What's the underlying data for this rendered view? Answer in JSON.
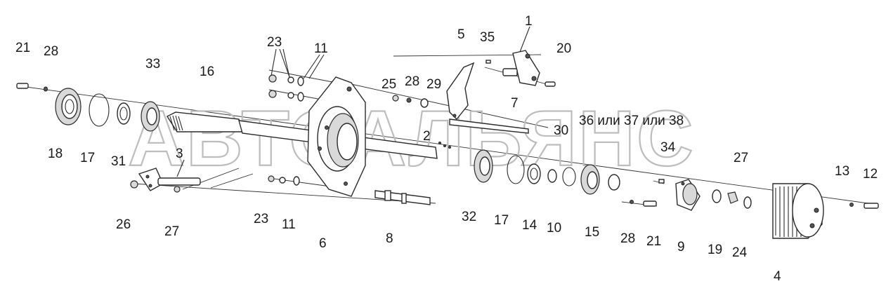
{
  "watermark": "АВТОАЛЬЯНС",
  "callouts": {
    "c1": "1",
    "c2": "2",
    "c3": "3",
    "c4": "4",
    "c5": "5",
    "c6": "6",
    "c7": "7",
    "c8": "8",
    "c9": "9",
    "c10": "10",
    "c11a": "11",
    "c11b": "11",
    "c12": "12",
    "c13": "13",
    "c14": "14",
    "c15": "15",
    "c16": "16",
    "c17a": "17",
    "c17b": "17",
    "c18": "18",
    "c19": "19",
    "c20": "20",
    "c21a": "21",
    "c21b": "21",
    "c23a": "23",
    "c23b": "23",
    "c24": "24",
    "c25": "25",
    "c26": "26",
    "c27a": "27",
    "c27b": "27",
    "c28a": "28",
    "c28b": "28",
    "c28c": "28",
    "c29": "29",
    "c30": "30",
    "c31": "31",
    "c32": "32",
    "c33": "33",
    "c34": "34",
    "c35": "35",
    "c3638": "36 или 37 или 38"
  }
}
